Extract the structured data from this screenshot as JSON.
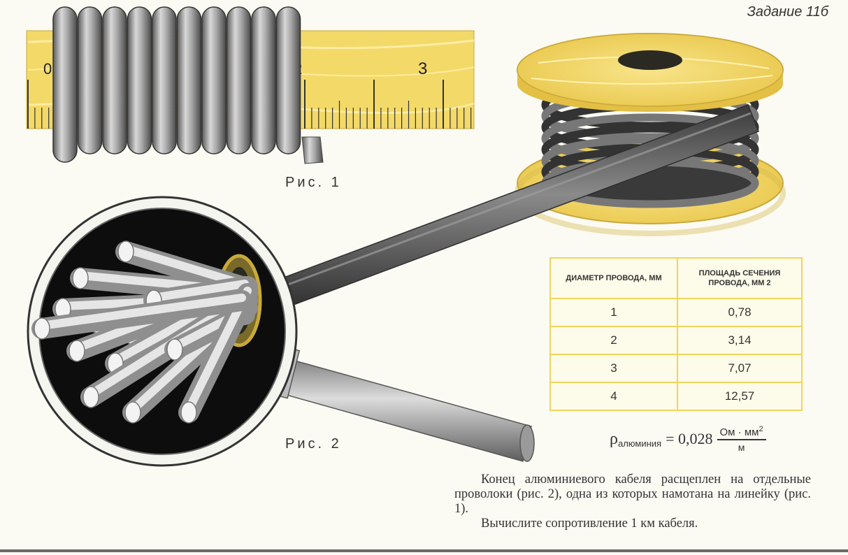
{
  "task": {
    "title": "Задание 11б"
  },
  "figure1": {
    "caption": "Рис. 1",
    "ruler_labels": [
      "0",
      "2",
      "3"
    ]
  },
  "figure2": {
    "caption": "Рис. 2"
  },
  "table": {
    "headers": [
      "ДИАМЕТР ПРОВОДА, ММ",
      "ПЛОЩАДЬ СЕЧЕНИЯ ПРОВОДА, ММ 2"
    ],
    "rows": [
      {
        "diameter": "1",
        "area": "0,78"
      },
      {
        "diameter": "2",
        "area": "3,14"
      },
      {
        "diameter": "3",
        "area": "7,07"
      },
      {
        "diameter": "4",
        "area": "12,57"
      }
    ]
  },
  "formula": {
    "symbol": "ρ",
    "subscript": "алюминия",
    "value": "= 0,028",
    "numerator": "Ом · мм",
    "numerator_power": "2",
    "denominator": "м"
  },
  "problem": {
    "text": "Конец алюминиевого кабеля расщеплен на отдельные проволоки (рис. 2), одна из которых намотана на линейку (рис. 1).",
    "question": "Вычислите сопротивление 1 км кабеля."
  },
  "colors": {
    "wood": "#f2d766",
    "cable": "#555555",
    "wire": "#c9c9c9",
    "table_border": "#f1d55a"
  }
}
